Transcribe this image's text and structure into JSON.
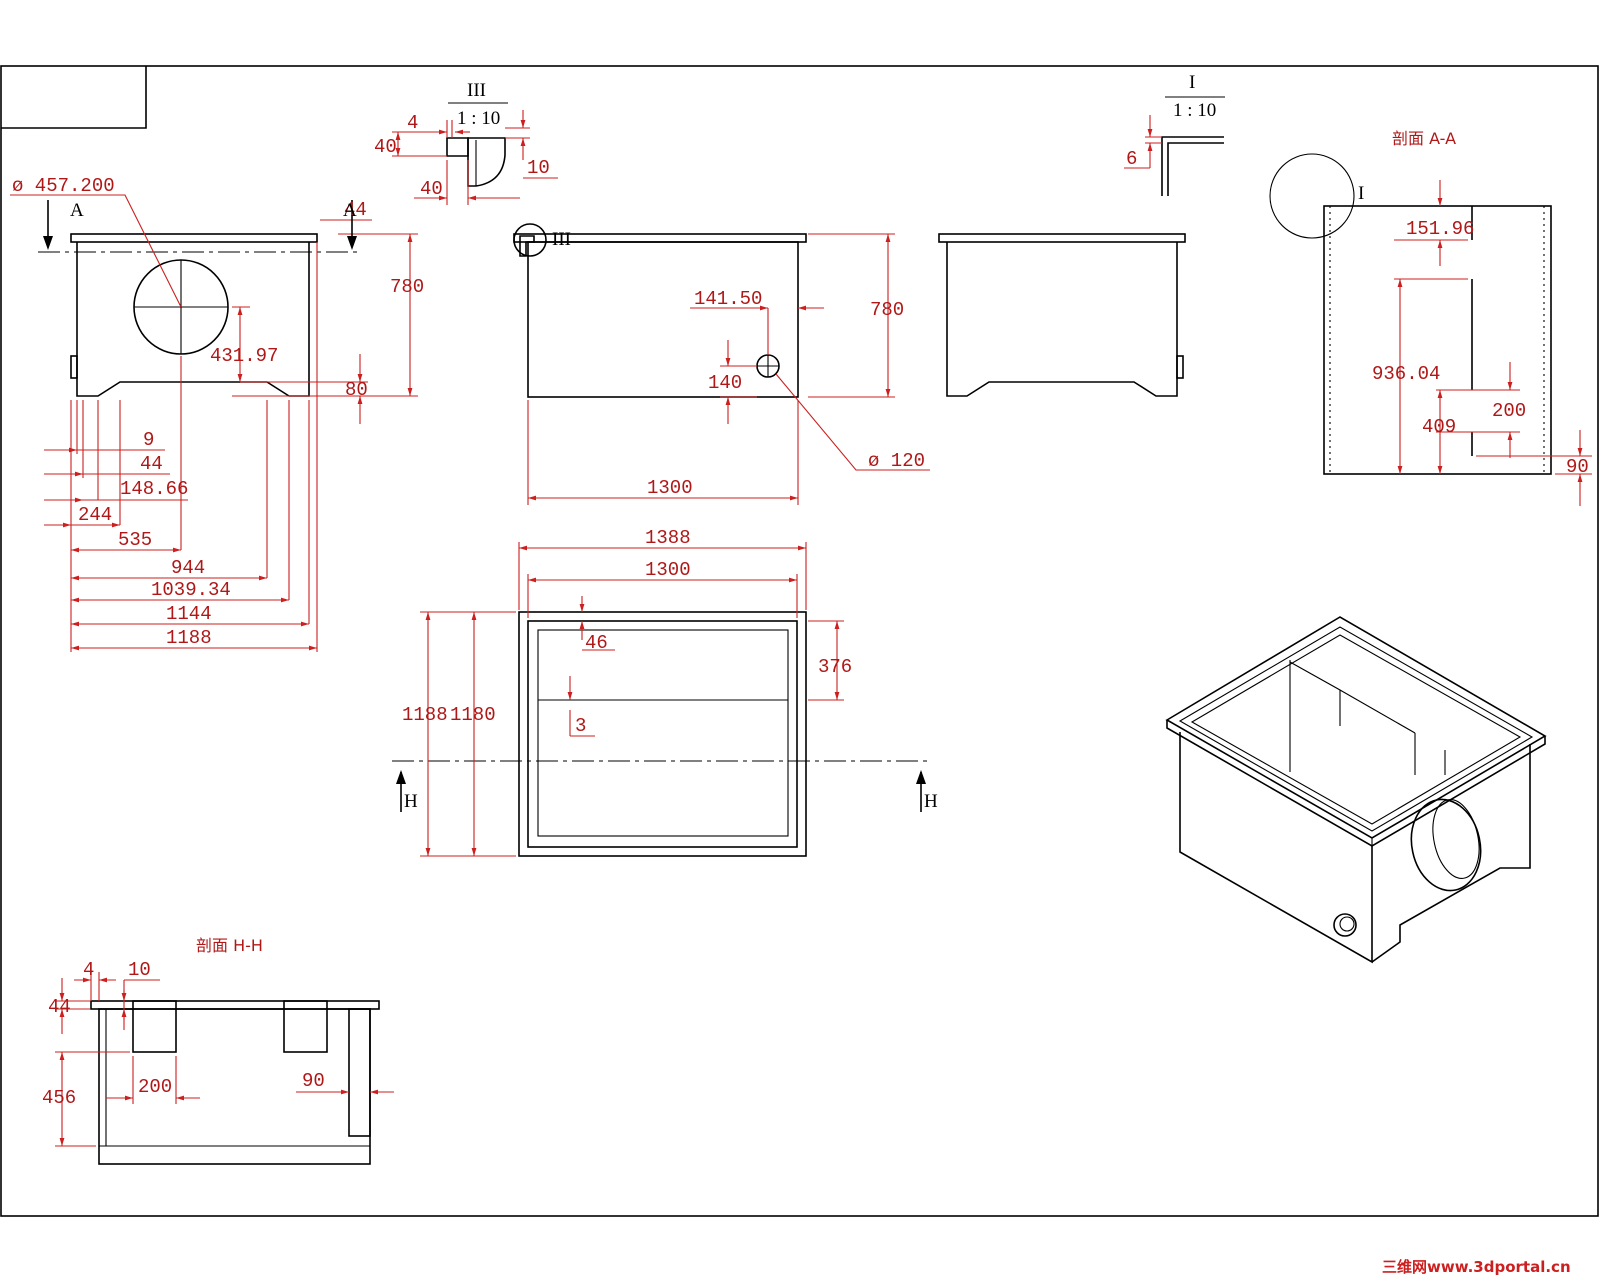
{
  "dims": {
    "front": [
      "ø 457.200",
      "44",
      "780",
      "431.97",
      "80",
      "9",
      "44",
      "148.66",
      "244",
      "535",
      "944",
      "1039.34",
      "1144",
      "1188"
    ],
    "side": [
      "141.50",
      "780",
      "140",
      "ø 120",
      "1300"
    ],
    "detail3": [
      "III",
      "1 : 10",
      "4",
      "40",
      "10",
      "40"
    ],
    "detail1": [
      "I",
      "1 : 10",
      "6"
    ],
    "top": [
      "1388",
      "1300",
      "46",
      "376",
      "3",
      "1188",
      "1180"
    ],
    "secA": [
      "151.96",
      "936.04",
      "200",
      "409",
      "90"
    ],
    "secH": [
      "4",
      "10",
      "44",
      "456",
      "200",
      "90"
    ]
  },
  "labels": {
    "section_a_title": "剖面 A-A",
    "section_h_title": "剖面 H-H",
    "cut_a_left": "A",
    "cut_a_right": "A",
    "cut_h_left": "H",
    "cut_h_right": "H",
    "detail_ref_3": "III",
    "detail_ref_1": "I",
    "watermark": "三维网www.3dportal.cn"
  }
}
